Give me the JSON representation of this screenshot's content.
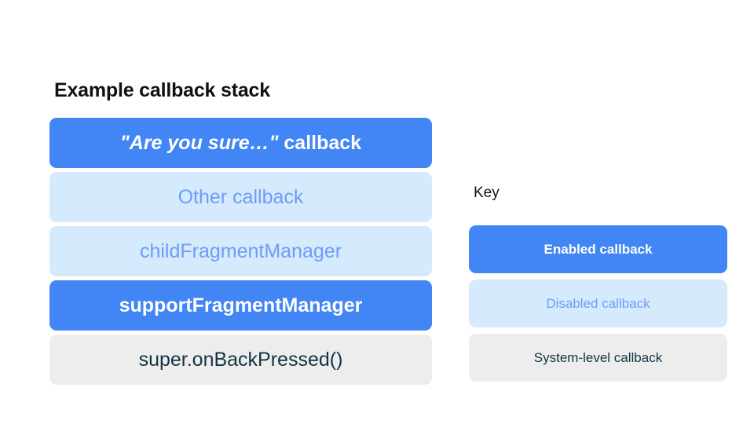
{
  "stack": {
    "title": "Example callback stack",
    "rows": [
      {
        "label": "\"Are you sure…\" callback",
        "quoted_part": "\"Are you sure…\"",
        "tail_part": " callback",
        "state": "enabled",
        "bg": "#4285f4",
        "fg": "#ffffff"
      },
      {
        "label": "Other callback",
        "state": "disabled",
        "bg": "#d6eafd",
        "fg": "#6e9cf7"
      },
      {
        "label": "childFragmentManager",
        "state": "disabled",
        "bg": "#d6eafd",
        "fg": "#6e9cf7"
      },
      {
        "label": "supportFragmentManager",
        "state": "enabled",
        "bg": "#4285f4",
        "fg": "#ffffff"
      },
      {
        "label": "super.onBackPressed()",
        "state": "system",
        "bg": "#ededed",
        "fg": "#143544"
      }
    ]
  },
  "key": {
    "title": "Key",
    "rows": [
      {
        "label": "Enabled callback",
        "state": "enabled",
        "bg": "#4285f4",
        "fg": "#ffffff"
      },
      {
        "label": "Disabled callback",
        "state": "disabled",
        "bg": "#d6eafd",
        "fg": "#6e9cf7"
      },
      {
        "label": "System-level callback",
        "state": "system",
        "bg": "#ededed",
        "fg": "#143544"
      }
    ]
  },
  "colors": {
    "page_background": "#ffffff",
    "enabled_blue": "#4285f4",
    "disabled_light_blue": "#d6eafd",
    "disabled_text_blue": "#6e9cf7",
    "system_gray": "#ededed",
    "system_text": "#143544",
    "heading_text": "#111111"
  }
}
